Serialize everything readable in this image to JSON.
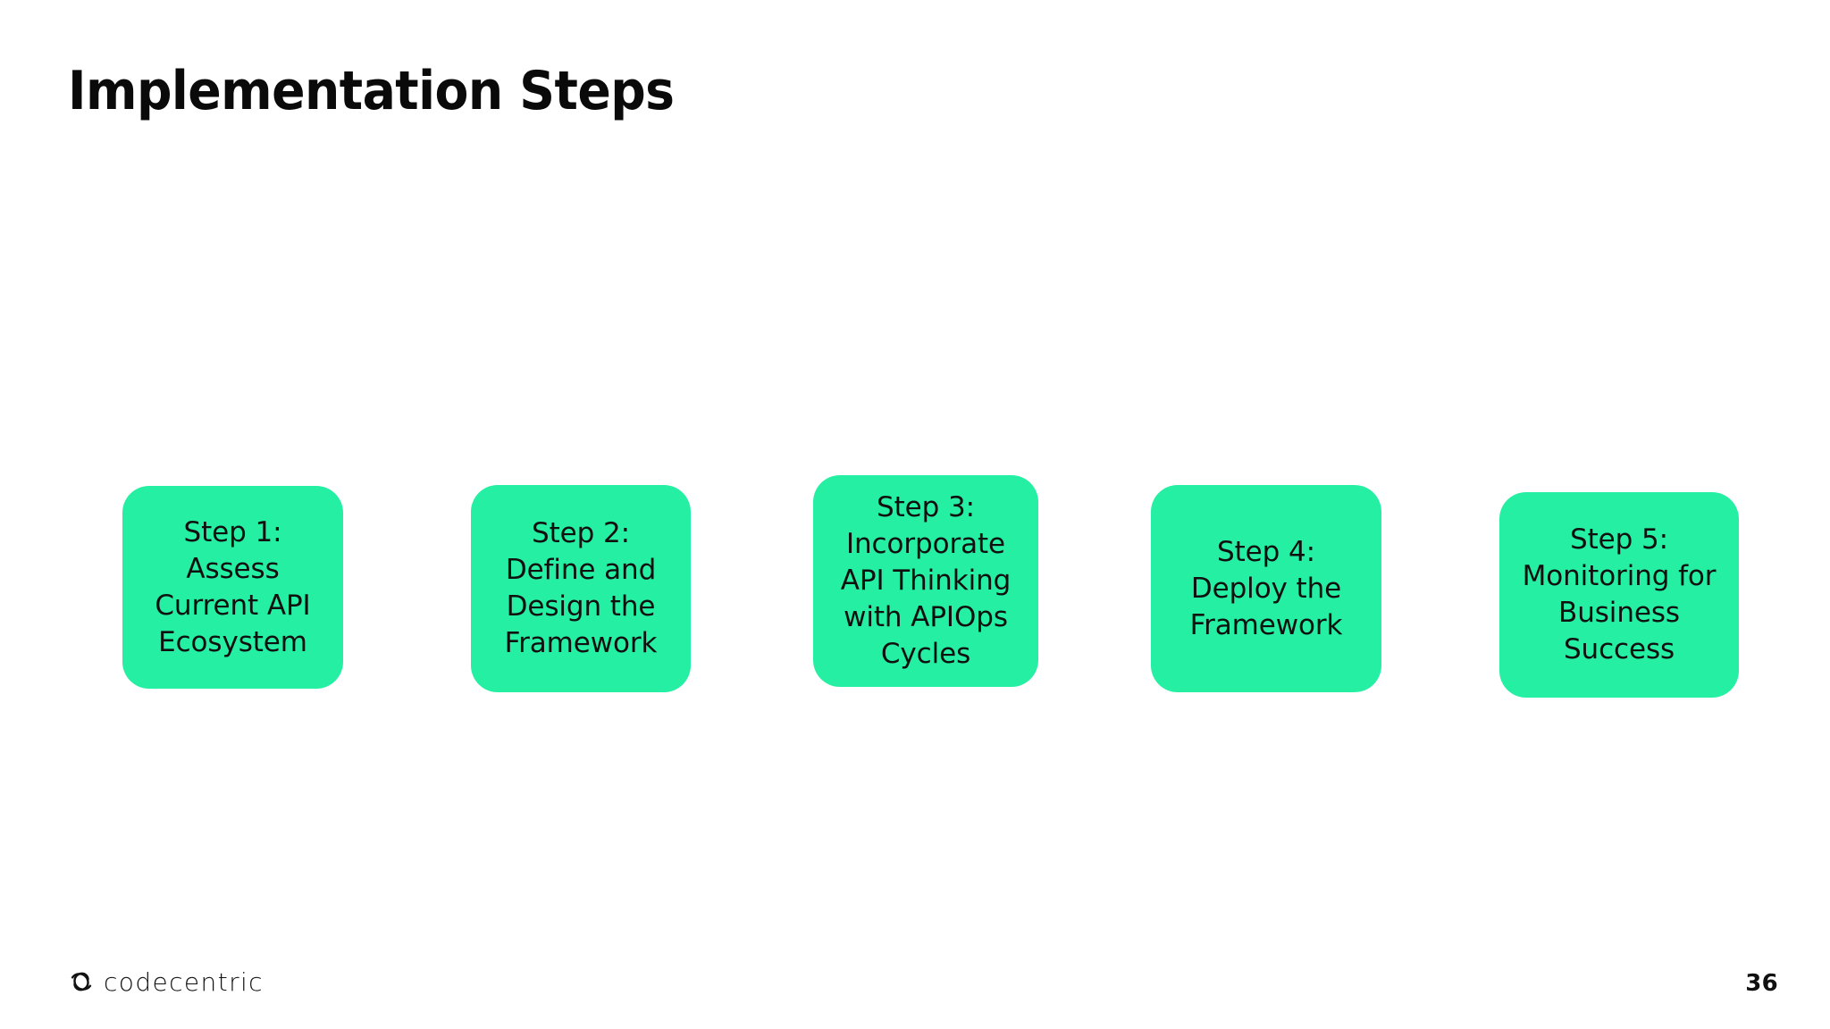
{
  "slide": {
    "title": "Implementation Steps",
    "background_color": "#ffffff",
    "accent_color": "#25efa3",
    "text_color": "#101010"
  },
  "steps": [
    {
      "id": "step-1",
      "label": "Step 1:\nAssess\nCurrent API\nEcosystem",
      "step_number": "Step 1:",
      "heading": "Assess Current API Ecosystem"
    },
    {
      "id": "step-2",
      "label": "Step 2:\nDefine and\nDesign the\nFramework",
      "step_number": "Step 2:",
      "heading": "Define and Design the Framework"
    },
    {
      "id": "step-3",
      "label": "Step 3:\nIncorporate\nAPI Thinking\nwith APIOps\nCycles",
      "step_number": "Step 3:",
      "heading": "Incorporate API Thinking with APIOps Cycles"
    },
    {
      "id": "step-4",
      "label": "Step 4:\nDeploy the\nFramework",
      "step_number": "Step 4:",
      "heading": "Deploy the Framework"
    },
    {
      "id": "step-5",
      "label": "Step 5:\nMonitoring for\nBusiness\nSuccess",
      "step_number": "Step 5:",
      "heading": "Monitoring for Business Success"
    }
  ],
  "footer": {
    "logo_mark": "codecentric-logo-icon",
    "logo_wordmark": "codecentric",
    "page_number": "36"
  }
}
